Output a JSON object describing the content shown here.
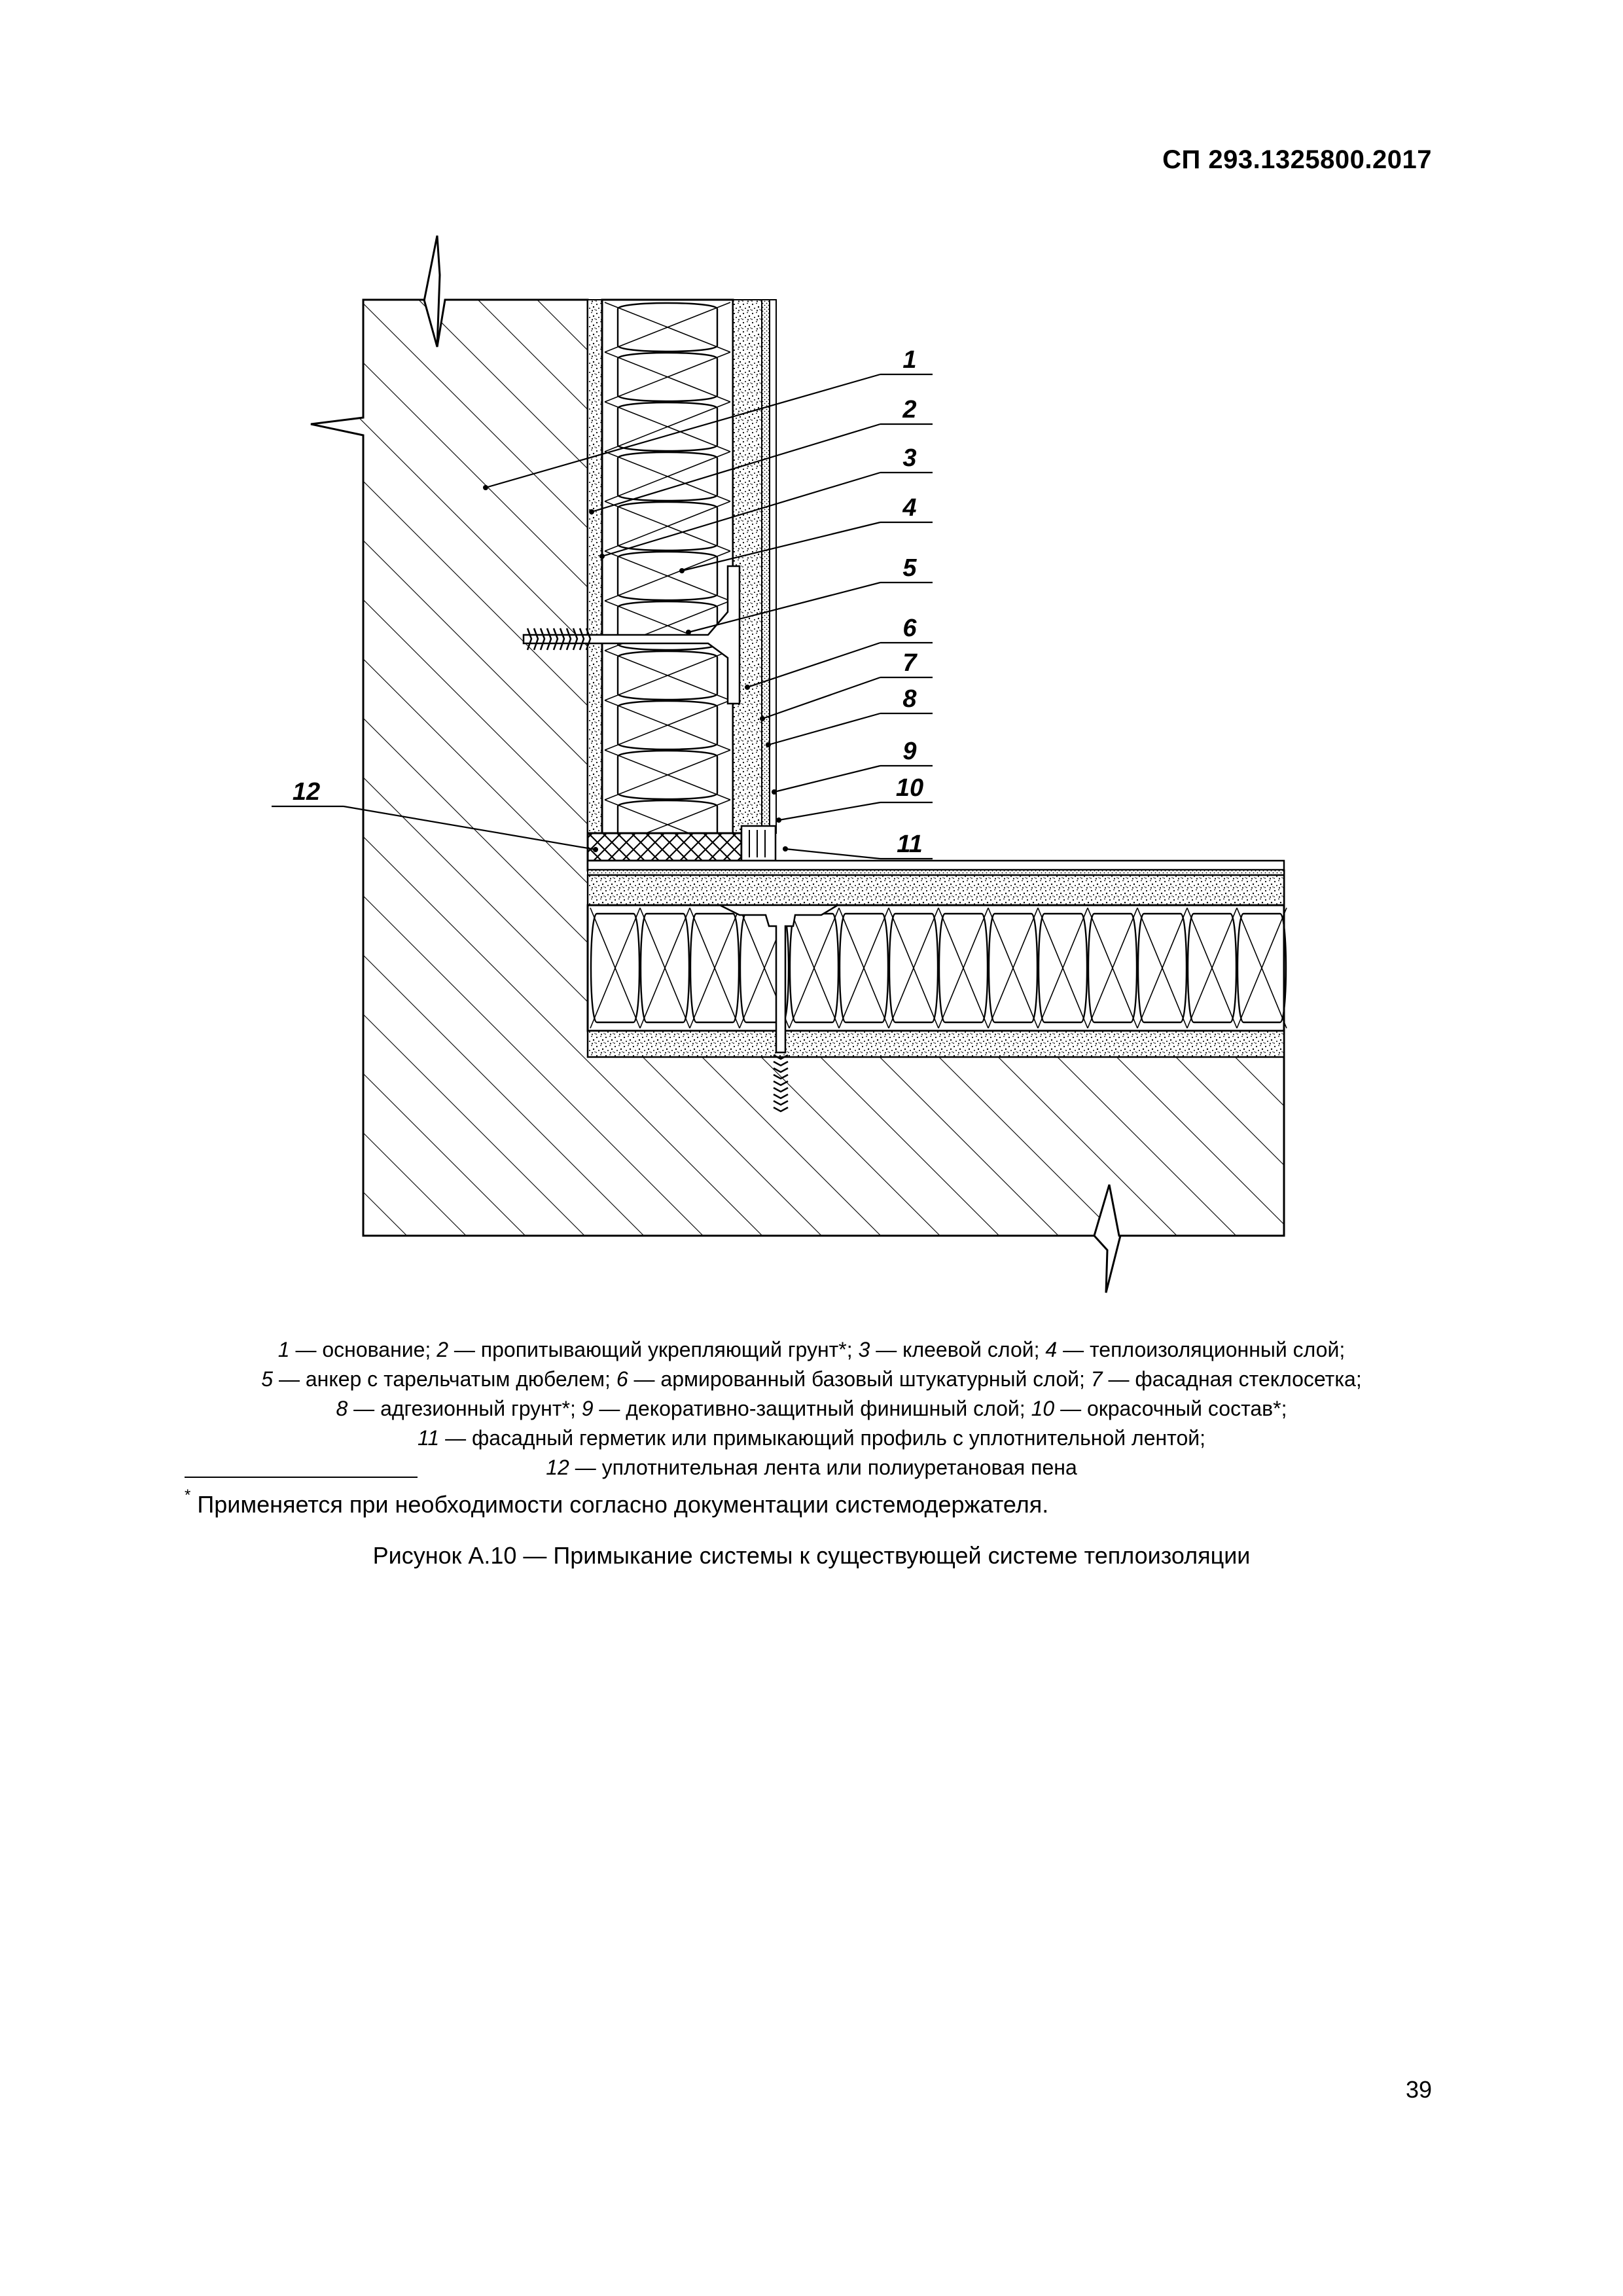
{
  "header": {
    "doc_code": "СП 293.1325800.2017"
  },
  "figure": {
    "callouts": [
      "1",
      "2",
      "3",
      "4",
      "5",
      "6",
      "7",
      "8",
      "9",
      "10",
      "11",
      "12"
    ]
  },
  "legend": [
    {
      "n": "1",
      "text": " — основание; "
    },
    {
      "n": "2",
      "text": " — пропитывающий укрепляющий грунт*; "
    },
    {
      "n": "3",
      "text": " — клеевой слой; "
    },
    {
      "n": "4",
      "text": " — теплоизоляционный слой;"
    },
    {
      "n": "5",
      "text": " — анкер с тарельчатым дюбелем; "
    },
    {
      "n": "6",
      "text": " — армированный базовый штукатурный слой; "
    },
    {
      "n": "7",
      "text": " — фасадная стеклосетка;"
    },
    {
      "n": "8",
      "text": " — адгезионный грунт*; "
    },
    {
      "n": "9",
      "text": " — декоративно-защитный финишный слой; "
    },
    {
      "n": "10",
      "text": " — окрасочный состав*;"
    },
    {
      "n": "11",
      "text": " — фасадный герметик или примыкающий профиль с уплотнительной лентой;"
    },
    {
      "n": "12",
      "text": " — уплотнительная лента или полиуретановая пена"
    }
  ],
  "footnote": {
    "mark": "*",
    "text": " Применяется при необходимости согласно документации системодержателя."
  },
  "caption": "Рисунок А.10 — Примыкание системы к существующей системе теплоизоляции",
  "page_number": "39"
}
